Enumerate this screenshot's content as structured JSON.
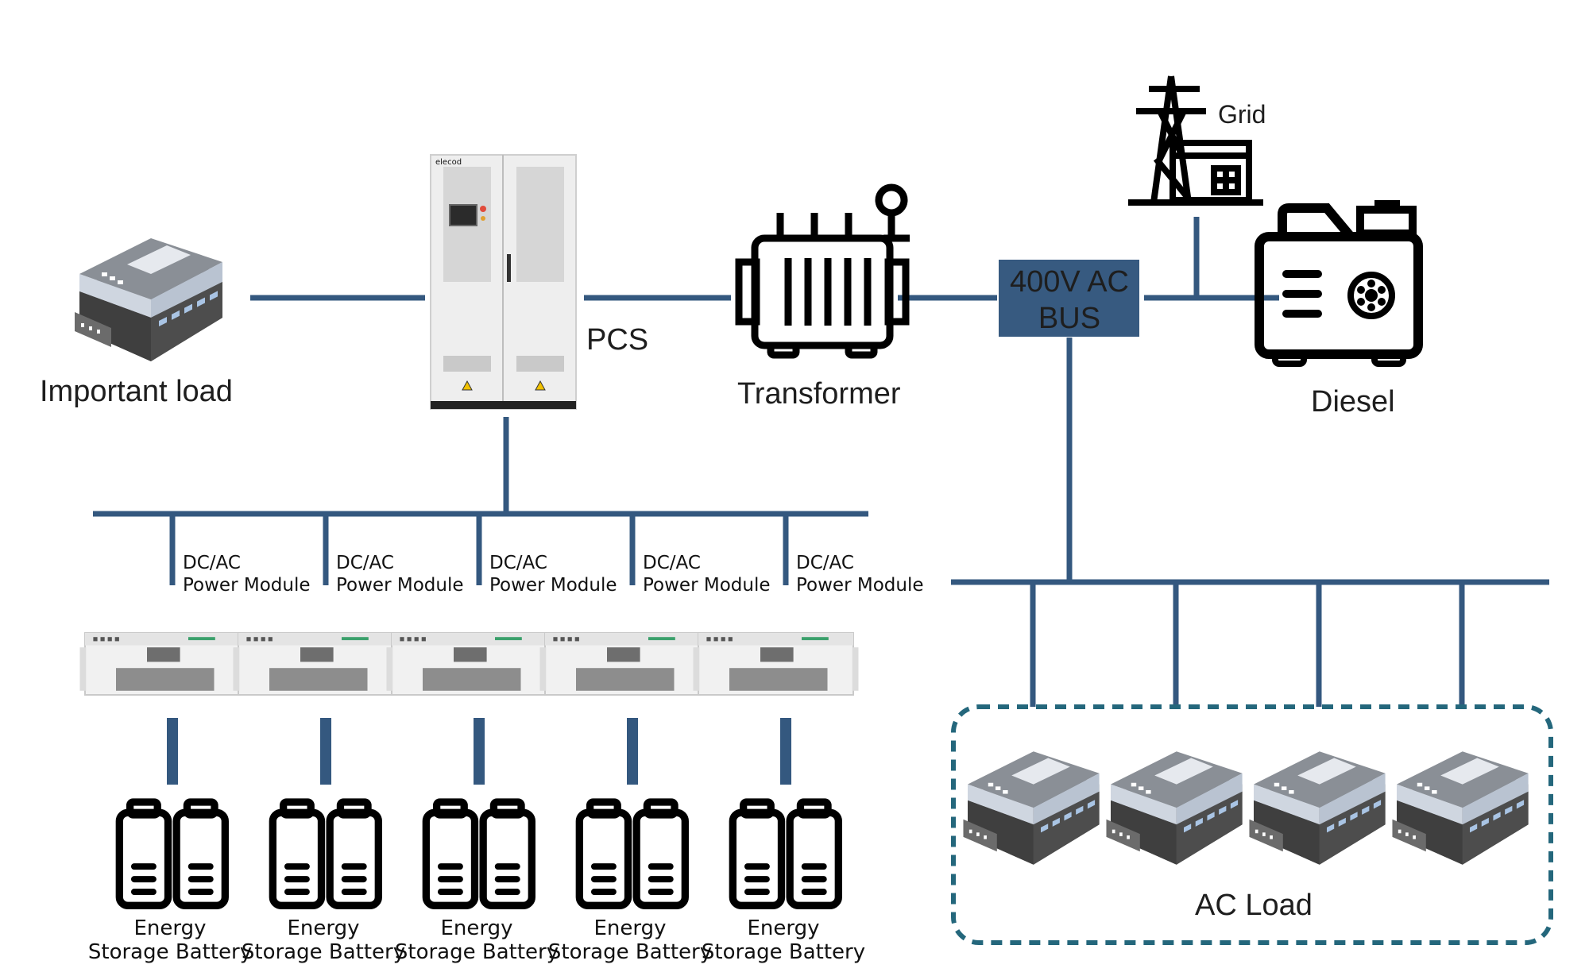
{
  "labels": {
    "important_load": "Important load",
    "pcs": "PCS",
    "transformer": "Transformer",
    "bus_line1": "400V AC",
    "bus_line2": "BUS",
    "grid": "Grid",
    "diesel": "Diesel",
    "ac_load": "AC Load",
    "cabinet_logo": "elecod",
    "module_line1": "DC/AC",
    "module_line2": "Power Module",
    "battery_line1": "Energy",
    "battery_line2": "Storage Battery"
  },
  "module_captions": [
    {
      "line1": "DC/AC",
      "line2": "Power Module"
    },
    {
      "line1": "DC/AC",
      "line2": "Power Module"
    },
    {
      "line1": "DC/AC",
      "line2": "Power Module"
    },
    {
      "line1": "DC/AC",
      "line2": "Power Module"
    },
    {
      "line1": "DC/AC",
      "line2": "Power Module"
    }
  ],
  "battery_captions": [
    {
      "line1": "Energy",
      "line2": "Storage Battery"
    },
    {
      "line1": "Energy",
      "line2": "Storage Battery"
    },
    {
      "line1": "Energy",
      "line2": "Storage Battery"
    },
    {
      "line1": "Energy",
      "line2": "Storage Battery"
    },
    {
      "line1": "Energy",
      "line2": "Storage Battery"
    }
  ],
  "colors": {
    "line": "#34587f",
    "bus_box": "#375a80",
    "dashed_border": "#24677c",
    "icon_black": "#000000"
  }
}
